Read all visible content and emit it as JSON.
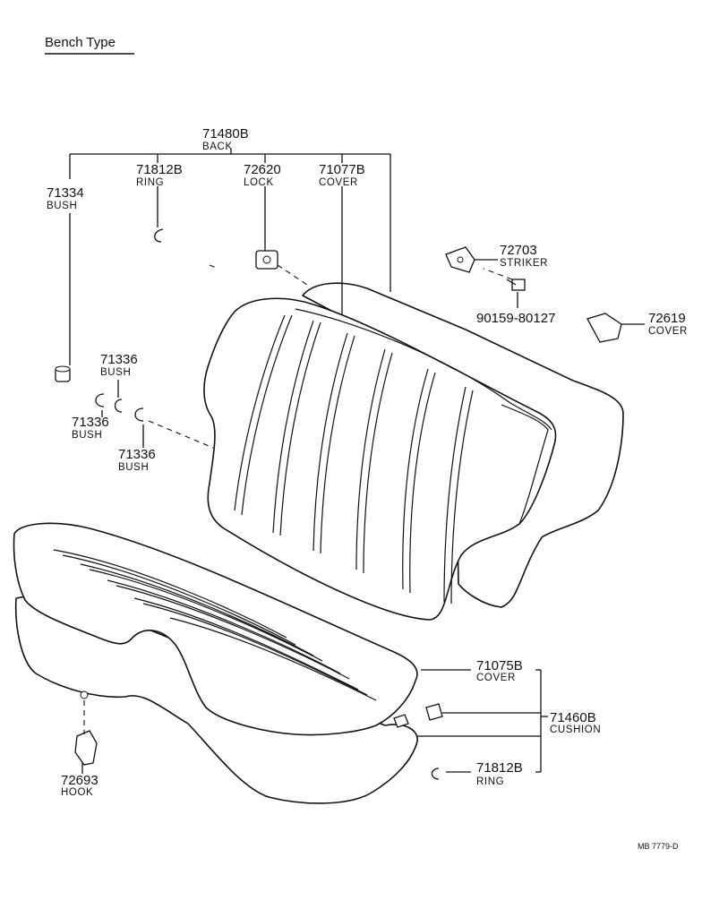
{
  "title": "Bench Type",
  "reference_code": "MB 7779-D",
  "parts": {
    "back": {
      "number": "71480B",
      "name": "BACK"
    },
    "ring_top": {
      "number": "71812B",
      "name": "RING"
    },
    "lock": {
      "number": "72620",
      "name": "LOCK"
    },
    "back_cover": {
      "number": "71077B",
      "name": "COVER"
    },
    "bush_left": {
      "number": "71334",
      "name": "BUSH"
    },
    "striker": {
      "number": "72703",
      "name": "STRIKER"
    },
    "bolt": {
      "number": "90159-80127"
    },
    "striker_cover": {
      "number": "72619",
      "name": "COVER"
    },
    "bush_a": {
      "number": "71336",
      "name": "BUSH"
    },
    "bush_b": {
      "number": "71336",
      "name": "BUSH"
    },
    "bush_c": {
      "number": "71336",
      "name": "BUSH"
    },
    "cushion_cover": {
      "number": "71075B",
      "name": "COVER"
    },
    "cushion": {
      "number": "71460B",
      "name": "CUSHION"
    },
    "ring_bottom": {
      "number": "71812B",
      "name": "RING"
    },
    "hook": {
      "number": "72693",
      "name": "HOOK"
    }
  }
}
